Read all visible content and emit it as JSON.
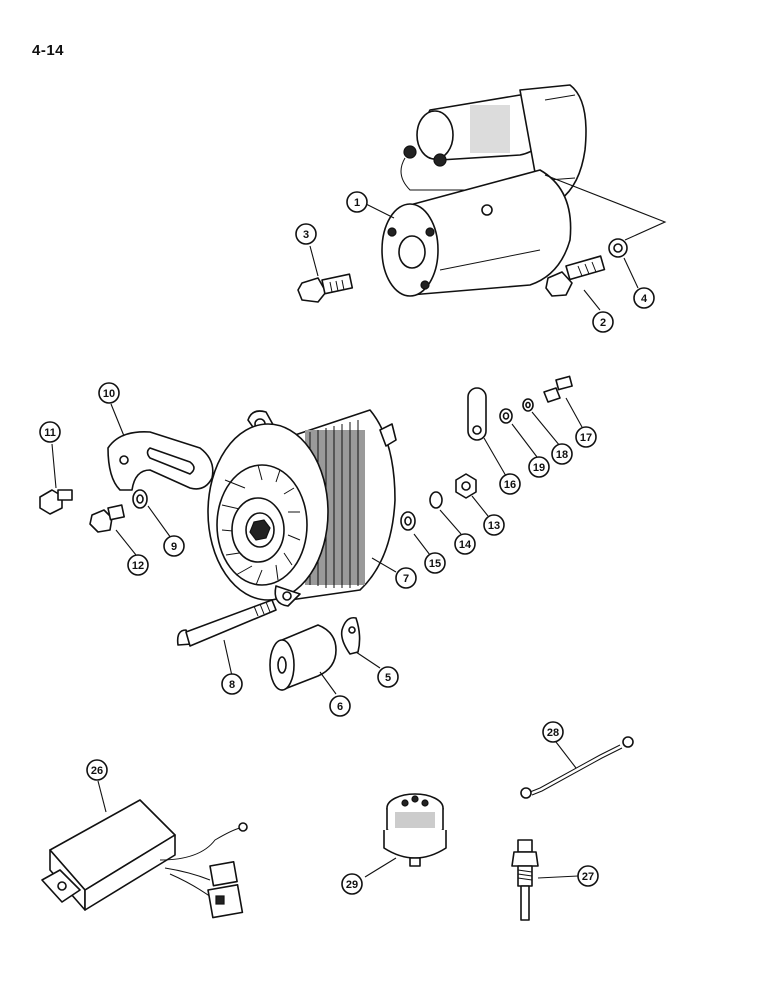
{
  "page": {
    "label": "4-14"
  },
  "callouts": [
    {
      "id": "1",
      "label": "1"
    },
    {
      "id": "2",
      "label": "2"
    },
    {
      "id": "3",
      "label": "3"
    },
    {
      "id": "4",
      "label": "4"
    },
    {
      "id": "5",
      "label": "5"
    },
    {
      "id": "6",
      "label": "6"
    },
    {
      "id": "7",
      "label": "7"
    },
    {
      "id": "8",
      "label": "8"
    },
    {
      "id": "9",
      "label": "9"
    },
    {
      "id": "10",
      "label": "10"
    },
    {
      "id": "11",
      "label": "11"
    },
    {
      "id": "12",
      "label": "12"
    },
    {
      "id": "13",
      "label": "13"
    },
    {
      "id": "14",
      "label": "14"
    },
    {
      "id": "15",
      "label": "15"
    },
    {
      "id": "16",
      "label": "16"
    },
    {
      "id": "17",
      "label": "17"
    },
    {
      "id": "18",
      "label": "18"
    },
    {
      "id": "19",
      "label": "19"
    },
    {
      "id": "26",
      "label": "26"
    },
    {
      "id": "27",
      "label": "27"
    },
    {
      "id": "28",
      "label": "28"
    },
    {
      "id": "29",
      "label": "29"
    }
  ],
  "colors": {
    "ink": "#111111",
    "paper": "#ffffff",
    "shade": "#9a9a9a"
  }
}
